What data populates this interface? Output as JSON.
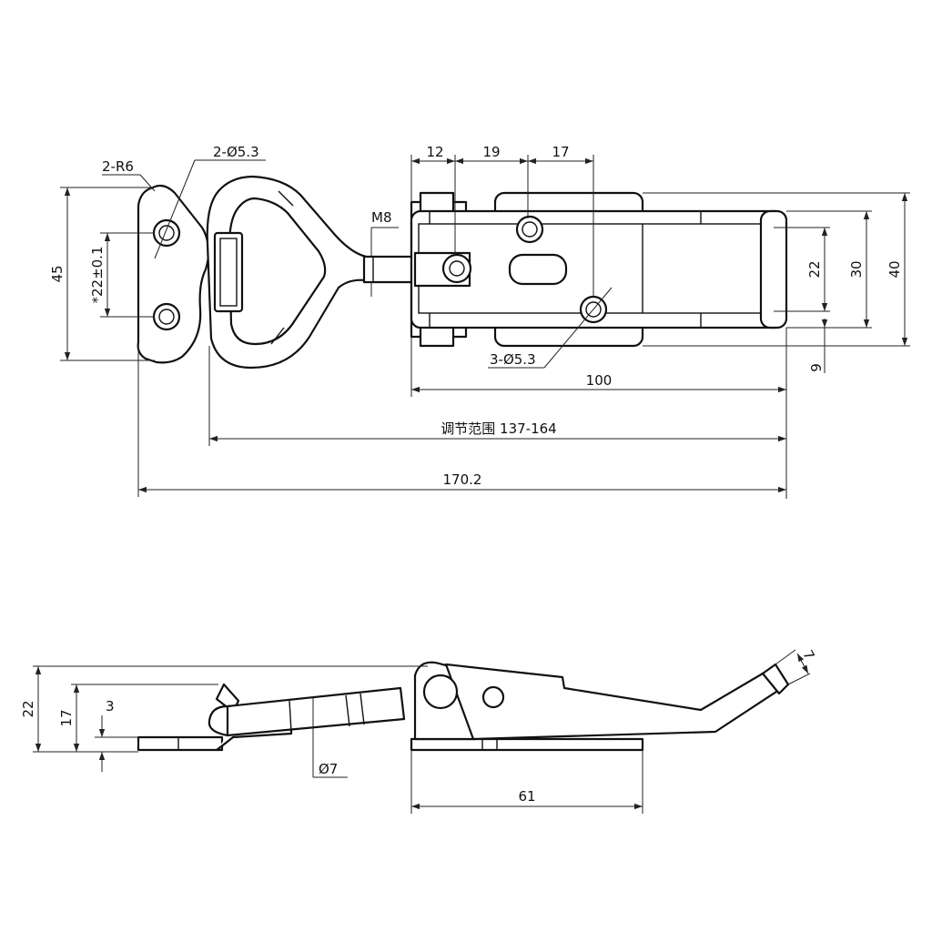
{
  "top_view": {
    "dims": {
      "d_12": "12",
      "d_19": "19",
      "d_17": "17",
      "hole_2": "2-Ø5.3",
      "radius": "2-R6",
      "thread": "M8",
      "h_45": "45",
      "h_22tol": "*22±0.1",
      "h_22": "22",
      "h_30": "30",
      "h_40": "40",
      "d_9": "9",
      "hole_3": "3-Ø5.3",
      "len_100": "100",
      "adjust": "调节范围  137-164",
      "len_170": "170.2"
    }
  },
  "side_view": {
    "dims": {
      "h_22": "22",
      "h_17": "17",
      "h_3": "3",
      "rod": "Ø7",
      "len_61": "61",
      "angle_7": "7"
    }
  }
}
